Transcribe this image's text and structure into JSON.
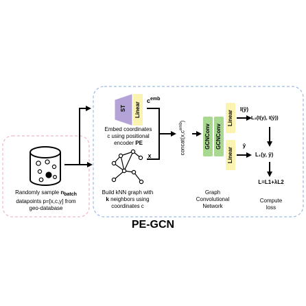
{
  "colors": {
    "pink_border": "#f2b6c6",
    "blue_border": "#9bbbe6",
    "st_purple": "#b3a3d6",
    "linear_yellow": "#fbf3b0",
    "gcnconv_green": "#a9d890",
    "arrow": "#000000"
  },
  "database": {
    "caption_line1_pre": "Randomly sample ",
    "caption_line1_bold": "n",
    "caption_line1_sub": "batch",
    "caption_line2": "datapoints p=[x,c,y] from",
    "caption_line3": "geo-database"
  },
  "encoder": {
    "st_label": "ST",
    "linear_label": "Linear",
    "output_symbol": "c",
    "output_sup": "emb",
    "caption_line1": "Embed coordinates",
    "caption_line2": "c using positional",
    "caption_line3_pre": "encoder ",
    "caption_line3_bold": "PE"
  },
  "knn": {
    "x_label": "x",
    "caption_line1": "Build kNN graph with",
    "caption_line2_bold": "k",
    "caption_line2_rest": " neighbors using",
    "caption_line3": "coordinates c"
  },
  "concat": {
    "label": "concat(x,c",
    "label_sup": "emb",
    "label_end": ")"
  },
  "gcn": {
    "conv1": "GCNConv",
    "conv2": "GCNConv",
    "caption_line1": "Graph",
    "caption_line2": "Convolutional",
    "caption_line3": "Network"
  },
  "heads": {
    "linear_top": "Linear",
    "linear_bottom": "Linear",
    "top_output": "I(ŷ)",
    "bottom_output": "ŷ"
  },
  "loss": {
    "l2": "L₂(I(y), I(ŷ))",
    "l1": "L₁(y, ŷ)",
    "total": "L=L1+λL2",
    "caption_line1": "Compute",
    "caption_line2": "loss"
  },
  "title": "PE-GCN"
}
